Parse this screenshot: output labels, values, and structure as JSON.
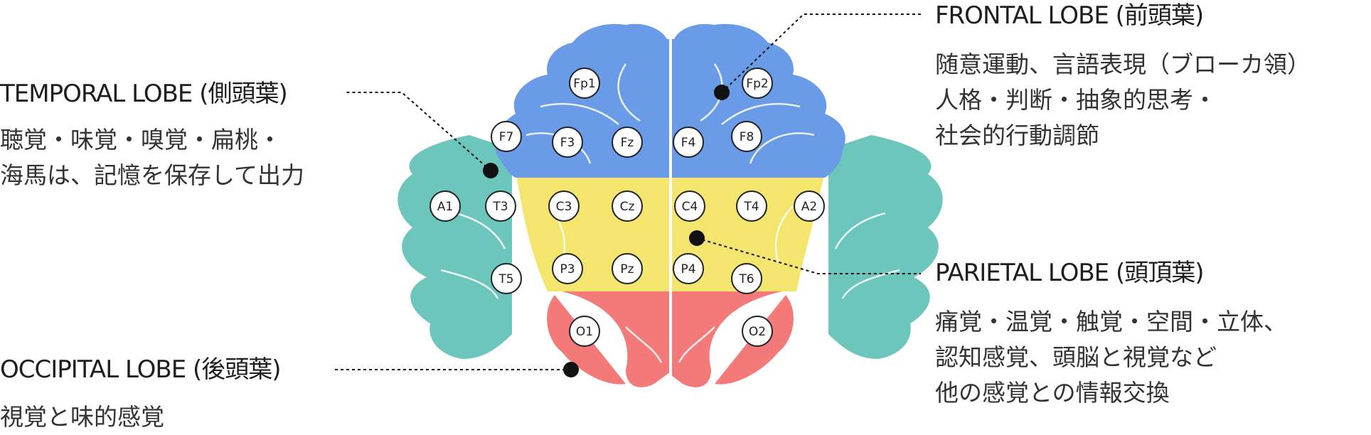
{
  "lobes": {
    "frontal": {
      "title": "FRONTAL LOBE (前頭葉)",
      "lines": [
        "随意運動、言語表現（ブローカ領）",
        "人格・判断・抽象的思考・",
        "社会的行動調節"
      ],
      "color": "#6a9be6"
    },
    "temporal": {
      "title": "TEMPORAL LOBE (側頭葉)",
      "lines": [
        "聴覚・味覚・嗅覚・扁桃・",
        "海馬は、記憶を保存して出力"
      ],
      "color": "#6cc6bb"
    },
    "parietal": {
      "title": "PARIETAL LOBE (頭頂葉)",
      "lines": [
        "痛覚・温覚・触覚・空間・立体、",
        "認知感覚、頭脳と視覚など",
        "他の感覚との情報交換"
      ],
      "color": "#f3e56e"
    },
    "occipital": {
      "title": "OCCIPITAL LOBE (後頭葉)",
      "lines": [
        "視覚と味的感覚"
      ],
      "color": "#f47a7a"
    }
  },
  "electrodes": [
    "Fp1",
    "Fp2",
    "F7",
    "F3",
    "Fz",
    "F4",
    "F8",
    "A1",
    "T3",
    "C3",
    "Cz",
    "C4",
    "T4",
    "A2",
    "P3",
    "Pz",
    "P4",
    "T5",
    "T6",
    "O1",
    "O2"
  ]
}
